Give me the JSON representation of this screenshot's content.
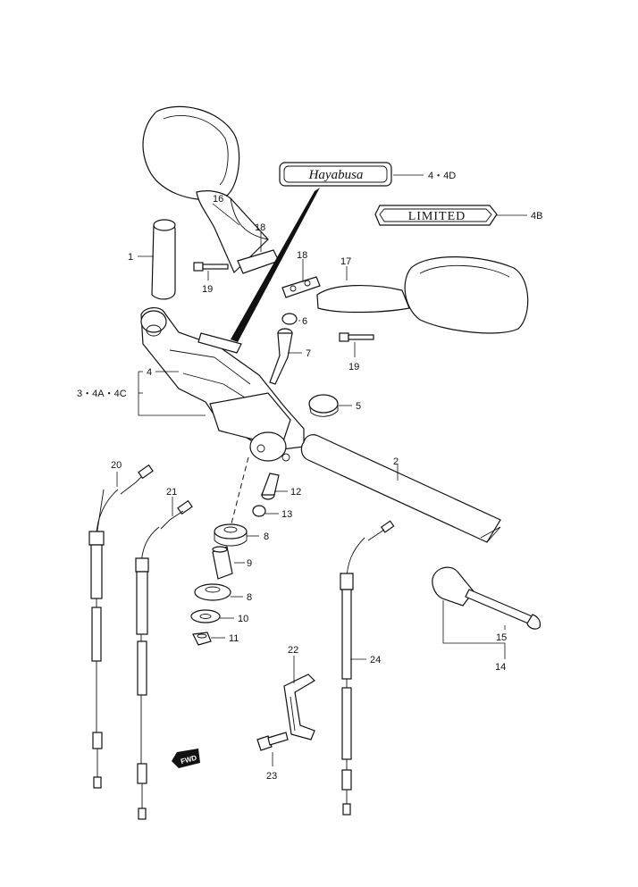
{
  "callouts": {
    "c1": "1",
    "c2": "2",
    "c3": "3・4A・4C",
    "c4": "4",
    "c4d": "4・4D",
    "c4b": "4B",
    "c5": "5",
    "c6": "6",
    "c7": "7",
    "c8a": "8",
    "c8b": "8",
    "c9": "9",
    "c10": "10",
    "c11": "11",
    "c12": "12",
    "c13": "13",
    "c14": "14",
    "c15": "15",
    "c16": "16",
    "c17": "17",
    "c18a": "18",
    "c18b": "18",
    "c19a": "19",
    "c19b": "19",
    "c20": "20",
    "c21": "21",
    "c22": "22",
    "c23": "23",
    "c24": "24"
  },
  "emblems": {
    "hayabusa": "Hayabusa",
    "limited": "LIMITED"
  },
  "fwd_marker": "FWD"
}
